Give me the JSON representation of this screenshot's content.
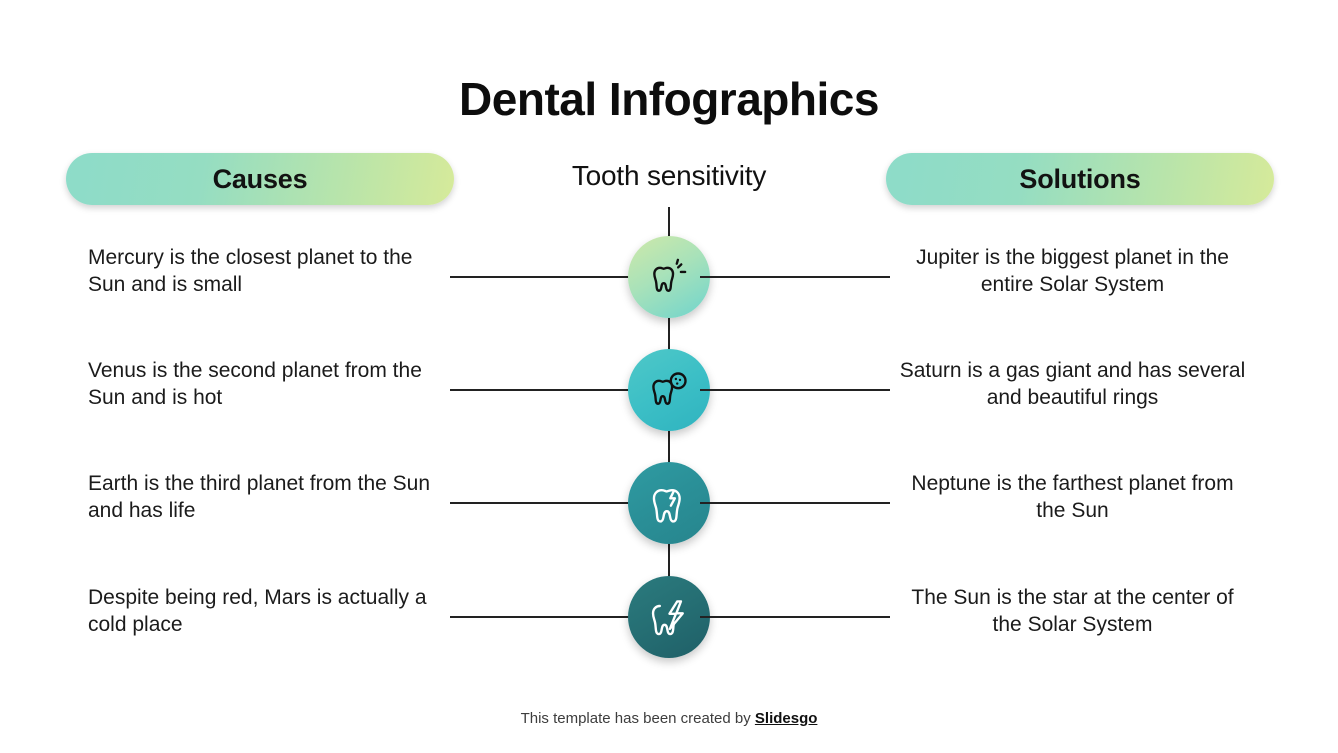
{
  "title": "Dental Infographics",
  "center_heading": "Tooth sensitivity",
  "columns": {
    "left_label": "Causes",
    "right_label": "Solutions"
  },
  "rows": [
    {
      "left_text": "Mercury is the closest planet to the Sun and is small",
      "right_text": "Jupiter is the biggest planet in the entire Solar System",
      "icon": "sparkling-tooth-icon",
      "circle_color": "#8fdcc0"
    },
    {
      "left_text": "Venus is the second planet from the Sun and is hot",
      "right_text": "Saturn is a gas giant and has several and beautiful rings",
      "icon": "tooth-bacteria-icon",
      "circle_color": "#3cbfc6"
    },
    {
      "left_text": "Earth is the third planet from the Sun and has life",
      "right_text": "Neptune is the farthest planet from the Sun",
      "icon": "cracked-tooth-icon",
      "circle_color": "#2a8f97"
    },
    {
      "left_text": "Despite being red, Mars is actually a cold place",
      "right_text": "The Sun is the star at the center of the Solar System",
      "icon": "tooth-lightning-icon",
      "circle_color": "#256e73"
    }
  ],
  "footer": {
    "text": "This template has been created by",
    "brand": "Slidesgo"
  },
  "colors": {
    "pill_gradient_start": "#8ddcc9",
    "pill_gradient_end": "#d6ea9a",
    "line": "#222222",
    "text": "#1b1b1b"
  }
}
